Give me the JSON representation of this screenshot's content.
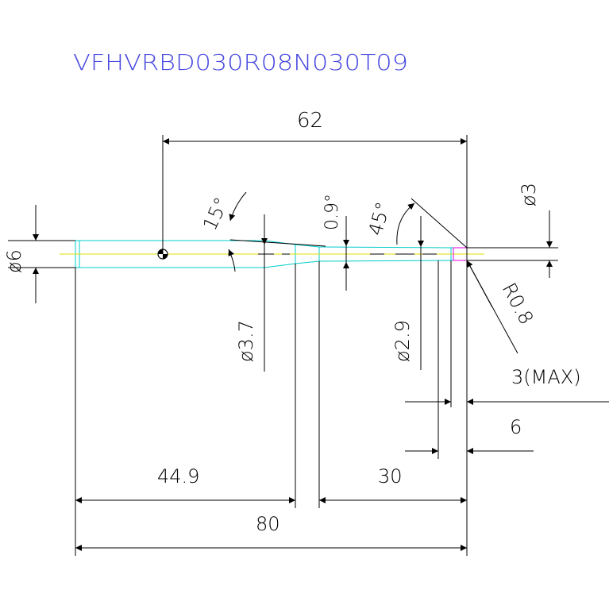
{
  "title": "VFHVRBD030R08N030T09",
  "colors": {
    "title": "#4848e0",
    "outline": "#00cccc",
    "centerline": "#e0e000",
    "dimension": "#000000",
    "marker": "#e000e0"
  },
  "dimensions": {
    "overall_top": "62",
    "shank_dia": "ø6",
    "taper_angle": "15°",
    "neck_angle": "0.9°",
    "chamfer_angle": "45°",
    "tip_dia": "ø3",
    "radius": "R0.8",
    "neck_dia": "ø3.7",
    "tip_neck_dia": "ø2.9",
    "max_length": "3(MAX)",
    "tip_length": "6",
    "shank_length": "44.9",
    "neck_length": "30",
    "overall_length": "80"
  }
}
